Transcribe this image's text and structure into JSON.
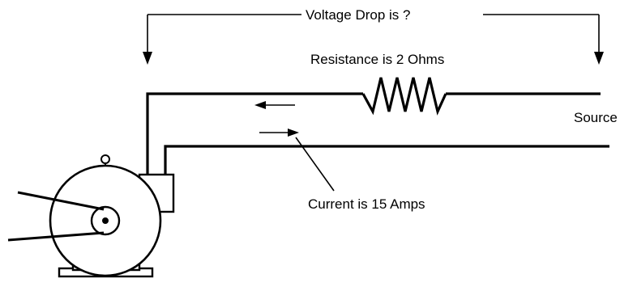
{
  "labels": {
    "question": "Voltage Drop is ?",
    "resistance": "Resistance is 2 Ohms",
    "source": "Source",
    "current": "Current is 15 Amps"
  },
  "values": {
    "resistance_ohms": 2,
    "current_amps": 15
  },
  "colors": {
    "line": "#000000",
    "background": "#ffffff"
  },
  "icons": {
    "left_probe": "arrow-down-icon",
    "right_probe": "arrow-down-icon",
    "resistor": "resistor-zigzag-icon",
    "motor": "motor-icon",
    "current_out": "arrow-left-icon",
    "current_in": "arrow-right-icon"
  }
}
